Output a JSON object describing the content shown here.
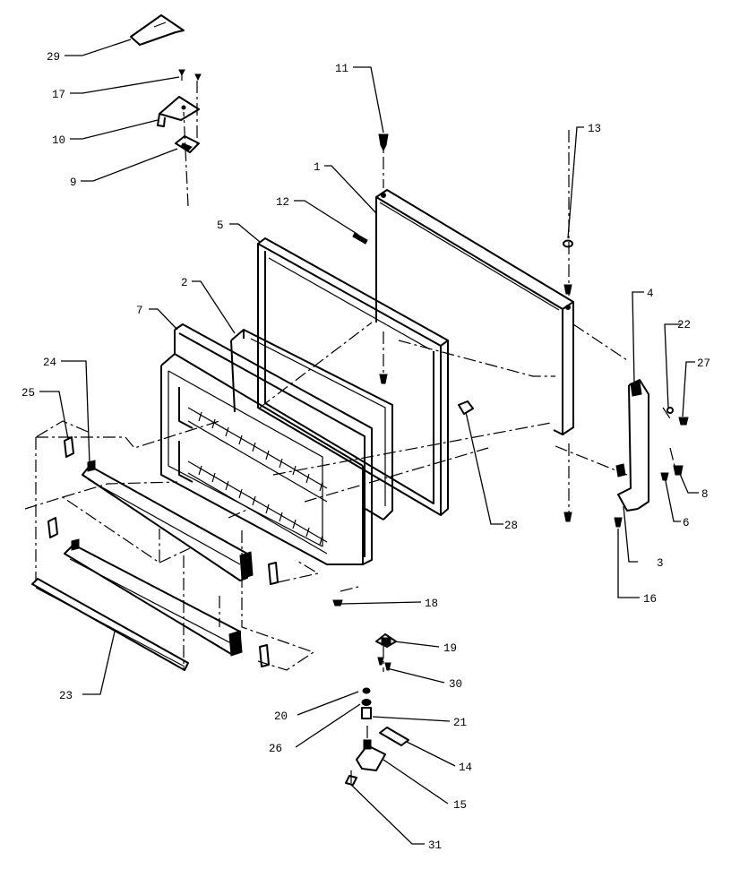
{
  "diagram": {
    "callouts": [
      {
        "id": "c1",
        "num": "1"
      },
      {
        "id": "c2",
        "num": "2"
      },
      {
        "id": "c3",
        "num": "3"
      },
      {
        "id": "c4",
        "num": "4"
      },
      {
        "id": "c5",
        "num": "5"
      },
      {
        "id": "c6",
        "num": "6"
      },
      {
        "id": "c7",
        "num": "7"
      },
      {
        "id": "c8",
        "num": "8"
      },
      {
        "id": "c9",
        "num": "9"
      },
      {
        "id": "c10",
        "num": "10"
      },
      {
        "id": "c11",
        "num": "11"
      },
      {
        "id": "c12",
        "num": "12"
      },
      {
        "id": "c13",
        "num": "13"
      },
      {
        "id": "c14",
        "num": "14"
      },
      {
        "id": "c15",
        "num": "15"
      },
      {
        "id": "c16",
        "num": "16"
      },
      {
        "id": "c17",
        "num": "17"
      },
      {
        "id": "c18",
        "num": "18"
      },
      {
        "id": "c19",
        "num": "19"
      },
      {
        "id": "c20",
        "num": "20"
      },
      {
        "id": "c21",
        "num": "21"
      },
      {
        "id": "c22",
        "num": "22"
      },
      {
        "id": "c23",
        "num": "23"
      },
      {
        "id": "c24",
        "num": "24"
      },
      {
        "id": "c25",
        "num": "25"
      },
      {
        "id": "c26",
        "num": "26"
      },
      {
        "id": "c27",
        "num": "27"
      },
      {
        "id": "c28",
        "num": "28"
      },
      {
        "id": "c29",
        "num": "29"
      },
      {
        "id": "c30",
        "num": "30"
      },
      {
        "id": "c31",
        "num": "31"
      }
    ]
  }
}
